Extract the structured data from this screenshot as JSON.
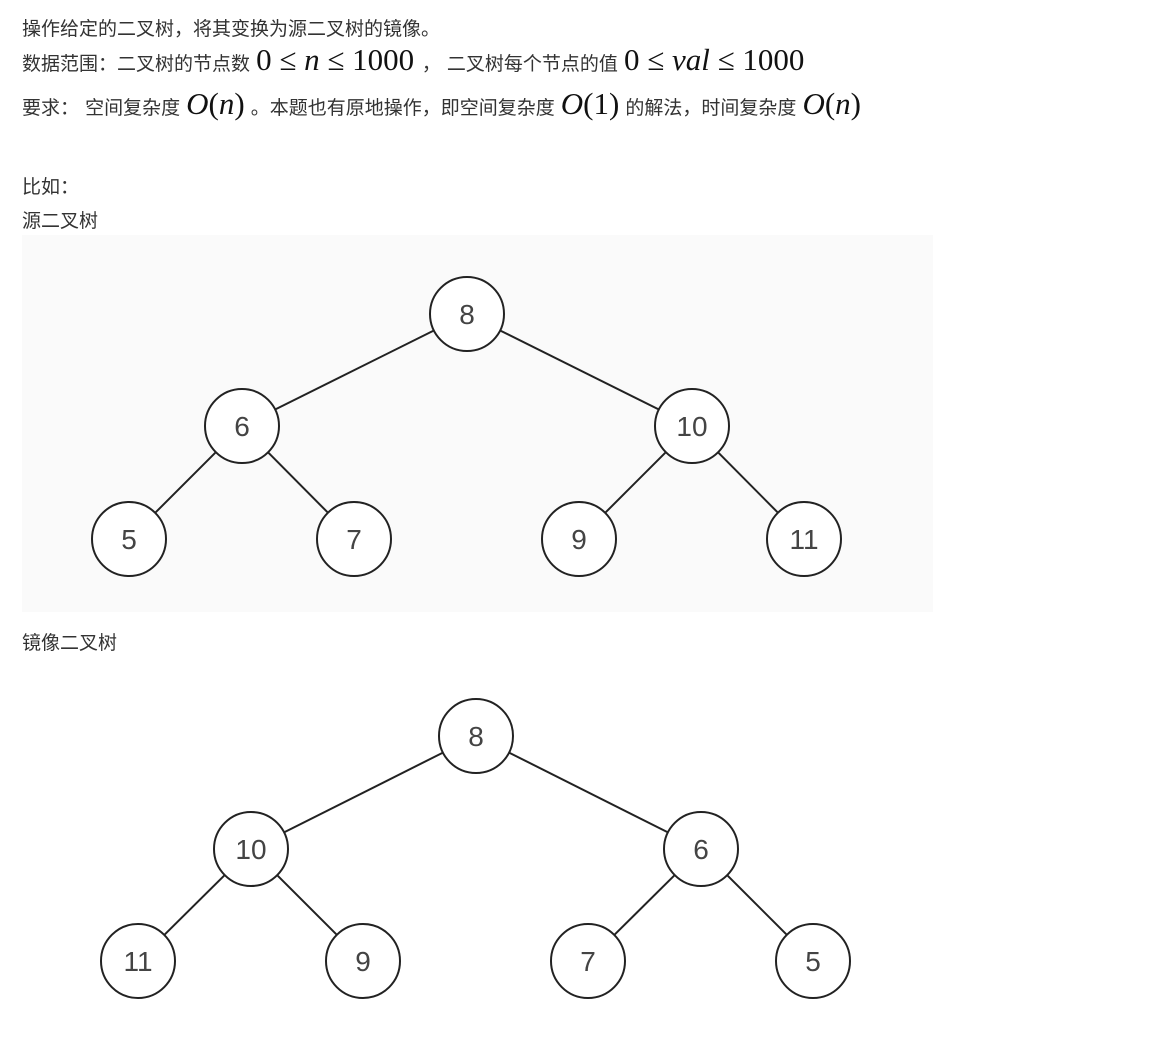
{
  "intro": {
    "text": "操作给定的二叉树，将其变换为源二叉树的镜像。"
  },
  "range": {
    "prefix": "数据范围：二叉树的节点数",
    "n_zero": "0",
    "le": "≤",
    "n_var": "n",
    "n_max": "1000",
    "sep": "，",
    "middle": "二叉树每个节点的值",
    "val_zero": "0",
    "val_var": "val",
    "val_max": "1000"
  },
  "requirement": {
    "prefix": "要求：",
    "space_label": "空间复杂度",
    "space_O": "O(",
    "space_n": "n",
    "space_close": ")",
    "mid": "。本题也有原地操作，即空间复杂度",
    "inplace_O": "O(1)",
    "mid2": "的解法，时间复杂度",
    "time_O": "O(",
    "time_n": "n",
    "time_close": ")"
  },
  "example_label": "比如：",
  "source_title": "源二叉树",
  "mirror_title": "镜像二叉树",
  "source_tree": {
    "nodes": [
      {
        "id": "a",
        "label": "8"
      },
      {
        "id": "b",
        "label": "6"
      },
      {
        "id": "c",
        "label": "10"
      },
      {
        "id": "d",
        "label": "5"
      },
      {
        "id": "e",
        "label": "7"
      },
      {
        "id": "f",
        "label": "9"
      },
      {
        "id": "g",
        "label": "11"
      }
    ],
    "edges": [
      [
        "a",
        "b"
      ],
      [
        "a",
        "c"
      ],
      [
        "b",
        "d"
      ],
      [
        "b",
        "e"
      ],
      [
        "c",
        "f"
      ],
      [
        "c",
        "g"
      ]
    ]
  },
  "mirror_tree": {
    "nodes": [
      {
        "id": "a",
        "label": "8"
      },
      {
        "id": "b",
        "label": "10"
      },
      {
        "id": "c",
        "label": "6"
      },
      {
        "id": "d",
        "label": "11"
      },
      {
        "id": "e",
        "label": "9"
      },
      {
        "id": "f",
        "label": "7"
      },
      {
        "id": "g",
        "label": "5"
      }
    ],
    "edges": [
      [
        "a",
        "b"
      ],
      [
        "a",
        "c"
      ],
      [
        "b",
        "d"
      ],
      [
        "b",
        "e"
      ],
      [
        "c",
        "f"
      ],
      [
        "c",
        "g"
      ]
    ]
  },
  "colors": {
    "source_bg": "#fafafa"
  }
}
